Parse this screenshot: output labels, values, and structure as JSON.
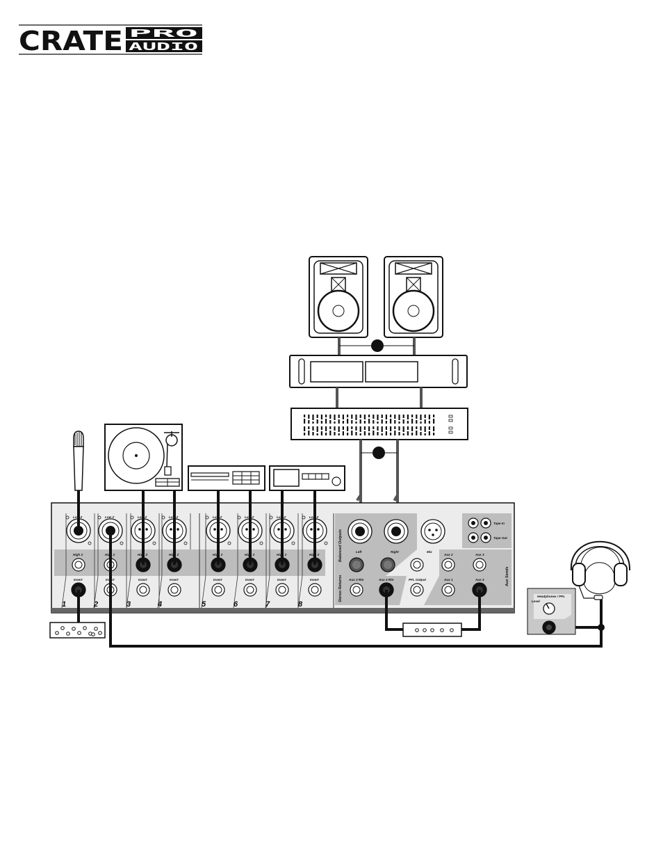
{
  "logo": {
    "main": "CRATE",
    "line1": "PRO",
    "line2": "AUDIO"
  },
  "mixer": {
    "channels": [
      {
        "number": "1",
        "low_z": "Low Z",
        "high_z": "High Z",
        "insert": "Insert"
      },
      {
        "number": "2",
        "low_z": "Low Z",
        "high_z": "High Z",
        "insert": "Insert"
      },
      {
        "number": "3",
        "low_z": "Low Z",
        "high_z": "High Z",
        "insert": "Insert"
      },
      {
        "number": "4",
        "low_z": "Low Z",
        "high_z": "High Z",
        "insert": "Insert"
      },
      {
        "number": "5",
        "low_z": "Low Z",
        "high_z": "High Z",
        "insert": "Insert"
      },
      {
        "number": "6",
        "low_z": "Low Z",
        "high_z": "High Z",
        "insert": "Insert"
      },
      {
        "number": "7",
        "low_z": "Low Z",
        "high_z": "High Z",
        "insert": "Insert"
      },
      {
        "number": "8",
        "low_z": "Low Z",
        "high_z": "High Z",
        "insert": "Insert"
      }
    ],
    "balanced_outputs": "Balanced Outputs",
    "left": "Left",
    "right": "Right",
    "mix": "Mix",
    "tape_in": "Tape In",
    "tape_out": "Tape Out",
    "stereo_returns": "Stereo Returns",
    "aux3_rtn": "Aux 3 Rtn",
    "aux4_rtn": "Aux 4 Rtn",
    "pfl_output": "PFL Output",
    "aux_sends": "Aux Sends",
    "aux1": "Aux 1",
    "aux2": "Aux 2",
    "aux3": "Aux 3",
    "aux4": "Aux 4"
  },
  "headphone_box": {
    "title": "Headphones / PFL",
    "level": "Level"
  }
}
